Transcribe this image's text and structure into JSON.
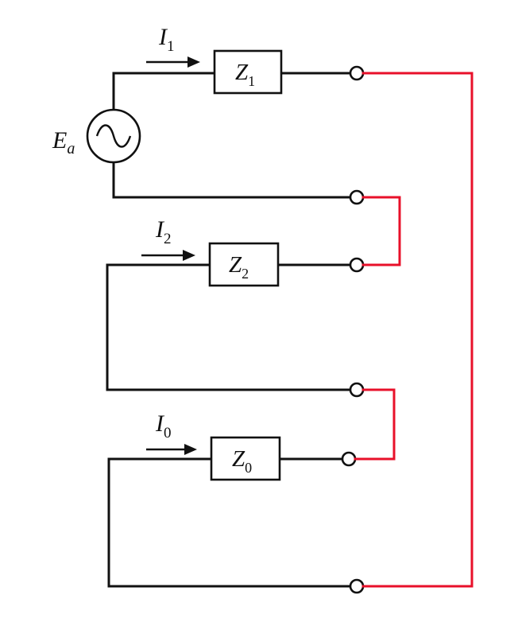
{
  "source": {
    "symbol": "E",
    "subscript": "a"
  },
  "branches": [
    {
      "current": {
        "symbol": "I",
        "subscript": "1"
      },
      "impedance": {
        "symbol": "Z",
        "subscript": "1"
      }
    },
    {
      "current": {
        "symbol": "I",
        "subscript": "2"
      },
      "impedance": {
        "symbol": "Z",
        "subscript": "2"
      }
    },
    {
      "current": {
        "symbol": "I",
        "subscript": "0"
      },
      "impedance": {
        "symbol": "Z",
        "subscript": "0"
      }
    }
  ],
  "colors": {
    "wire": "#111111",
    "series_connection": "#e8102a"
  }
}
